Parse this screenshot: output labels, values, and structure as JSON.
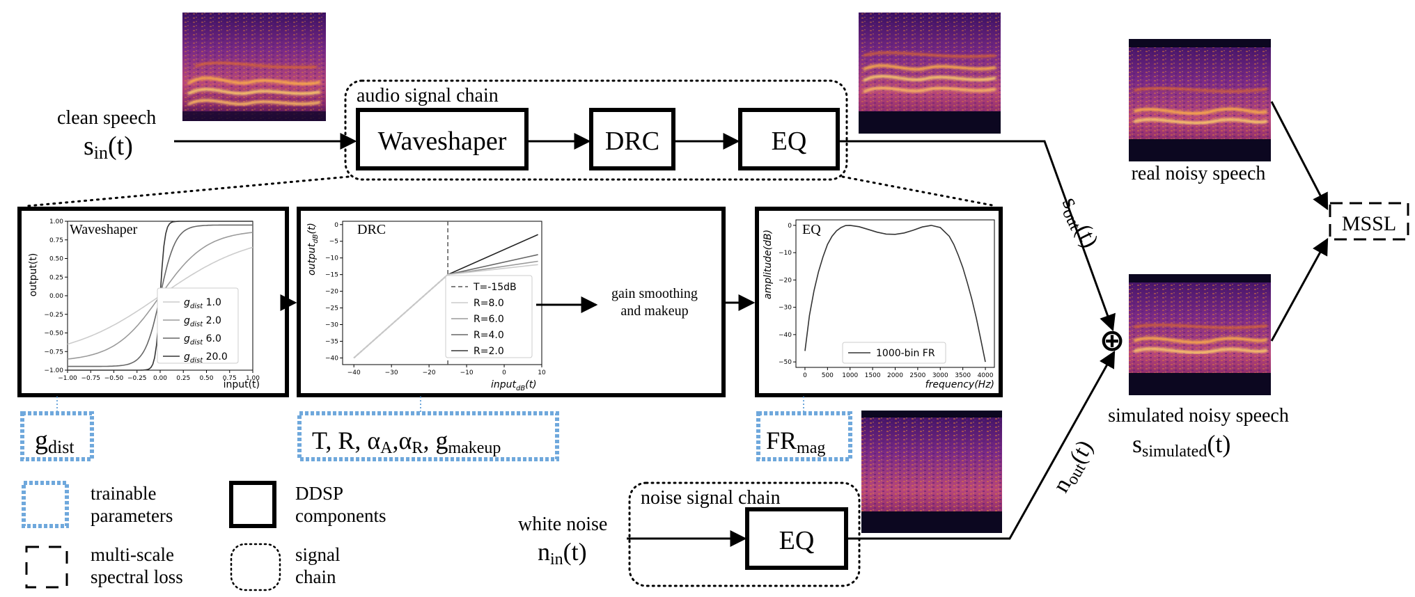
{
  "colors": {
    "trainable_border": "#6fa8dc",
    "spec_dark": "#0c0720",
    "spec_mid": "#8a1f7a",
    "spec_hot": "#f08a1c",
    "spec_bright": "#ffd36b"
  },
  "inputs": {
    "clean_speech": "clean speech",
    "clean_speech_sym": "s",
    "clean_speech_sub": "in",
    "clean_speech_arg": "(t)",
    "white_noise": "white noise",
    "white_noise_sym": "n",
    "white_noise_sub": "in",
    "white_noise_arg": "(t)"
  },
  "audio_chain": {
    "label": "audio signal chain",
    "blocks": [
      "Waveshaper",
      "DRC",
      "EQ"
    ]
  },
  "noise_chain": {
    "label": "noise signal chain",
    "block": "EQ"
  },
  "signals": {
    "s_out_sym": "s",
    "s_out_sub": "out",
    "s_out_arg": "(t)",
    "n_out_sym": "n",
    "n_out_sub": "out",
    "n_out_arg": "(t)",
    "plus": "⊕"
  },
  "outputs": {
    "real_noisy": "real noisy speech",
    "simulated_noisy": "simulated noisy speech",
    "simulated_sym": "s",
    "simulated_sub": "simulated",
    "simulated_arg": "(t)",
    "loss": "MSSL"
  },
  "panels": {
    "waveshaper": {
      "title": "Waveshaper",
      "ylabel": "output(t)",
      "xlabel": "input(t)",
      "xticks": [
        "−1.00",
        "−0.75",
        "−0.50",
        "−0.25",
        "0.00",
        "0.25",
        "0.50",
        "0.75",
        "1.00"
      ],
      "yticks": [
        "1.00",
        "0.75",
        "0.50",
        "0.25",
        "0.00",
        "−0.25",
        "−0.50",
        "−0.75",
        "−1.00"
      ],
      "legend": [
        {
          "sym": "g",
          "sub": "dist",
          "val": "1.0"
        },
        {
          "sym": "g",
          "sub": "dist",
          "val": "2.0"
        },
        {
          "sym": "g",
          "sub": "dist",
          "val": "6.0"
        },
        {
          "sym": "g",
          "sub": "dist",
          "val": "20.0"
        }
      ]
    },
    "drc": {
      "title": "DRC",
      "ylabel": "output",
      "ylabel_sub": "dB",
      "ylabel_arg": "(t)",
      "xlabel": "input",
      "xlabel_sub": "dB",
      "xlabel_arg": "(t)",
      "xticks": [
        "−40",
        "−30",
        "−20",
        "−10",
        "0",
        "10"
      ],
      "yticks": [
        "0",
        "−5",
        "−10",
        "−15",
        "−20",
        "−25",
        "−30",
        "−35",
        "−40"
      ],
      "legend": [
        "T=-15dB",
        "R=8.0",
        "R=6.0",
        "R=4.0",
        "R=2.0"
      ],
      "post_label_1": "gain smoothing",
      "post_label_2": "and  makeup"
    },
    "eq": {
      "title": "EQ",
      "ylabel": "amplitude(dB)",
      "xlabel": "frequency(Hz)",
      "xticks": [
        "0",
        "500",
        "1000",
        "1500",
        "2000",
        "2500",
        "3000",
        "3500",
        "4000"
      ],
      "yticks": [
        "0",
        "−10",
        "−20",
        "−30",
        "−40",
        "−50"
      ],
      "legend": "1000-bin FR"
    }
  },
  "params": {
    "waveshaper": {
      "sym": "g",
      "sub": "dist"
    },
    "drc": {
      "t1": "T, R, α",
      "s1": "A",
      "t2": ",α",
      "s2": "R",
      "t3": ", g",
      "s3": "makeup"
    },
    "eq": {
      "sym": "FR",
      "sub": "mag"
    }
  },
  "legend_key": {
    "trainable_1": "trainable",
    "trainable_2": "parameters",
    "ddsp_1": "DDSP",
    "ddsp_2": "components",
    "mssl_1": "multi-scale",
    "mssl_2": "spectral loss",
    "chain_1": "signal",
    "chain_2": "chain"
  },
  "chart_data": [
    {
      "type": "line",
      "title": "Waveshaper",
      "xlabel": "input(t)",
      "ylabel": "output(t)",
      "xlim": [
        -1.0,
        1.0
      ],
      "ylim": [
        -1.0,
        1.0
      ],
      "series": [
        {
          "name": "g_dist 1.0",
          "gain": 1.0,
          "color": "#cccccc"
        },
        {
          "name": "g_dist 2.0",
          "gain": 2.0,
          "color": "#9a9a9a"
        },
        {
          "name": "g_dist 6.0",
          "gain": 6.0,
          "color": "#666666"
        },
        {
          "name": "g_dist 20.0",
          "gain": 20.0,
          "color": "#333333"
        }
      ]
    },
    {
      "type": "line",
      "title": "DRC",
      "xlabel": "input_dB(t)",
      "ylabel": "output_dB(t)",
      "xlim": [
        -40,
        10
      ],
      "ylim": [
        -40,
        0
      ],
      "threshold": -15,
      "series": [
        {
          "name": "R=8.0",
          "ratio": 8.0,
          "color": "#cccccc"
        },
        {
          "name": "R=6.0",
          "ratio": 6.0,
          "color": "#9a9a9a"
        },
        {
          "name": "R=4.0",
          "ratio": 4.0,
          "color": "#666666"
        },
        {
          "name": "R=2.0",
          "ratio": 2.0,
          "color": "#333333"
        }
      ]
    },
    {
      "type": "line",
      "title": "EQ",
      "xlabel": "frequency(Hz)",
      "ylabel": "amplitude(dB)",
      "xlim": [
        0,
        4000
      ],
      "ylim": [
        -52,
        2
      ],
      "series": [
        {
          "name": "1000-bin FR",
          "x": [
            0,
            100,
            200,
            300,
            400,
            500,
            600,
            700,
            800,
            900,
            1000,
            1200,
            1400,
            1600,
            1800,
            2000,
            2200,
            2400,
            2600,
            2800,
            3000,
            3200,
            3300,
            3400,
            3500,
            3600,
            3700,
            3800,
            3900,
            4000
          ],
          "y": [
            -46,
            -33,
            -24,
            -17,
            -11.5,
            -7,
            -4,
            -2,
            -0.8,
            -0.1,
            0,
            -0.5,
            -1.5,
            -2.5,
            -3.2,
            -3.3,
            -2.8,
            -1.8,
            -0.6,
            0,
            -0.8,
            -4,
            -7,
            -11,
            -15.5,
            -21,
            -27,
            -34,
            -42,
            -50
          ]
        }
      ]
    }
  ]
}
